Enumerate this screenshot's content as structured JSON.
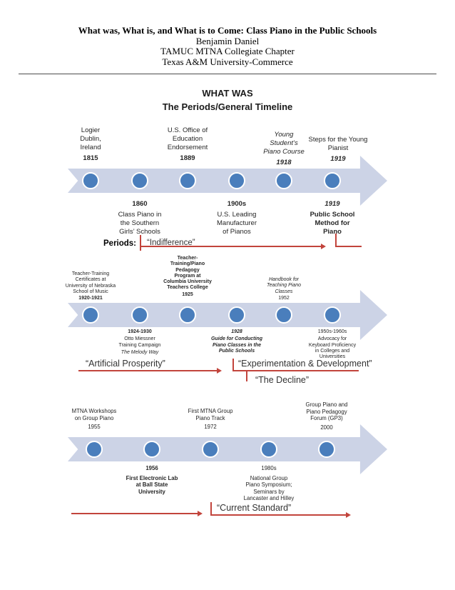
{
  "header": {
    "title": "What was, What is, and What is to Come: Class Piano in the Public Schools",
    "author": "Benjamin Daniel",
    "chapter": "TAMUC MTNA Collegiate Chapter",
    "university": "Texas A&M University-Commerce"
  },
  "section": {
    "title": "WHAT WAS",
    "subtitle": "The Periods/General Timeline"
  },
  "colors": {
    "timeline_band": "#ccd3e6",
    "timeline_dot": "#4a7ebc",
    "period_accent": "#c2443c"
  },
  "timelines": [
    {
      "above": [
        {
          "text": "Logier\nDublin,\nIreland",
          "year": "1815"
        },
        {
          "text": "U.S. Office of\nEducation\nEndorsement",
          "year": "1889"
        },
        {
          "text": "Young\nStudent’s\nPiano Course",
          "year": "1918"
        },
        {
          "text": "Steps for the Young\nPianist",
          "year": "1919"
        }
      ],
      "below": [
        {
          "year": "1860",
          "text": "Class Piano in\nthe Southern\nGirls’ Schools"
        },
        {
          "year": "1900s",
          "text": "U.S. Leading\nManufacturer\nof Pianos"
        },
        {
          "year": "1919",
          "text": "Public School\nMethod for\nPiano"
        }
      ]
    },
    {
      "above": [
        {
          "text": "Teacher-Training\nCertificates at\nUniversity of Nebraska\nSchool of Music",
          "year": "1920-1921"
        },
        {
          "text": "Teacher-\nTraining/Piano\nPedagogy\nProgram at\nColumbia University\nTeachers College",
          "year": "1925"
        },
        {
          "text": "Handbook for\nTeaching Piano\nClasses",
          "year": "1952"
        }
      ],
      "below": [
        {
          "year": "1924-1930",
          "text": "Otto Miessner\nTraining Campaign",
          "subtext": "The Melody Way"
        },
        {
          "year": "1928",
          "text": "Guide for Conducting\nPiano Classes in the\nPublic Schools"
        },
        {
          "year": "1950s-1960s",
          "text": "Advocacy for\nKeyboard Proficiency\nin Colleges and\nUniversities"
        }
      ]
    },
    {
      "above": [
        {
          "text": "MTNA Workshops\non Group Piano",
          "year": "1955"
        },
        {
          "text": "First MTNA Group\nPiano Track",
          "year": "1972"
        },
        {
          "text": "Group Piano and\nPiano Pedagogy\nForum (GP3)",
          "year": "2000"
        }
      ],
      "below": [
        {
          "year": "1956",
          "text": "First Electronic Lab\nat Ball State\nUniversity"
        },
        {
          "year": "1980s",
          "text": "National Group\nPiano Symposium;\nSeminars by\nLancaster and Hilley"
        }
      ]
    }
  ],
  "periods": {
    "label": "Periods:",
    "indifference": "“Indifference”",
    "artificial_prosperity": "“Artificial Prosperity”",
    "experimentation": "“Experimentation & Development”",
    "decline": "“The Decline”",
    "current_standard": "“Current Standard”"
  }
}
